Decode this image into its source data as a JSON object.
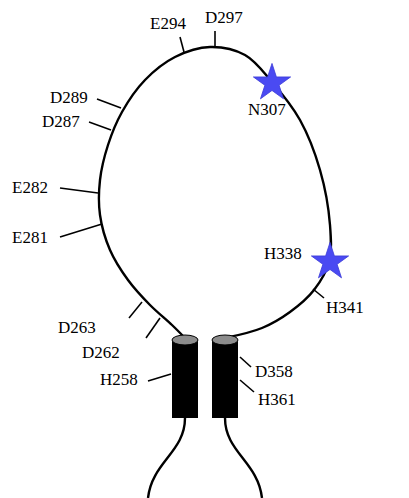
{
  "diagram": {
    "labels": [
      "E294",
      "D297",
      "D289",
      "D287",
      "E282",
      "E281",
      "D263",
      "D262",
      "H258",
      "N307",
      "H338",
      "H341",
      "D358",
      "H361"
    ]
  }
}
